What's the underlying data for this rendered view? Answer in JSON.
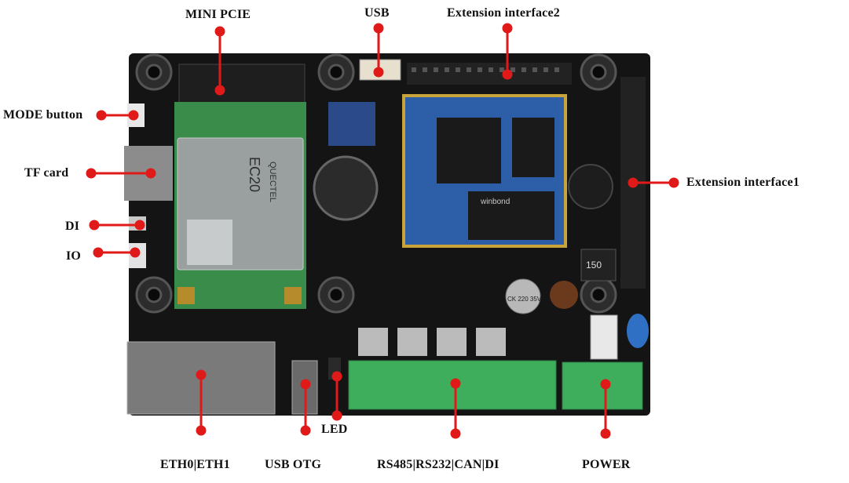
{
  "labels": {
    "mini_pcie": "MINI PCIE",
    "usb": "USB",
    "ext2": "Extension interface2",
    "mode_button": "MODE button",
    "tf_card": "TF card",
    "ext1": "Extension interface1",
    "di": "DI",
    "io": "IO",
    "eth": "ETH0|ETH1",
    "usb_otg": "USB OTG",
    "led": "LED",
    "serial": "RS485|RS232|CAN|DI",
    "power": "POWER"
  },
  "board_markings": {
    "module": "EC20",
    "module_brand": "QUECTEL",
    "chip": "winbond",
    "capacitor": "CK 220 35V",
    "inductor": "150"
  },
  "colors": {
    "board": "#141414",
    "module": "#3a8c4a",
    "terminal": "#3fae5c",
    "callout": "#e01919"
  }
}
